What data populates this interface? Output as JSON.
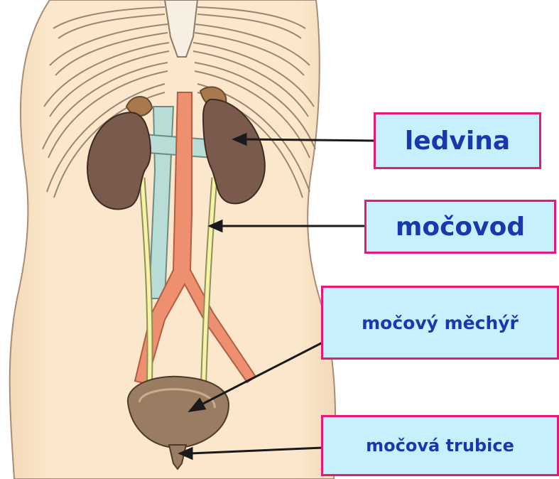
{
  "labels": {
    "kidney": "ledvina",
    "ureter": "močovod",
    "bladder": "močový měchýř",
    "urethra": "močová trubice"
  },
  "colors": {
    "label_fill": "#c6f0fb",
    "label_border": "#e6197a",
    "label_text": "#1838b0",
    "skin": "#fbe8cc",
    "kidney": "#7a5a4c",
    "artery": "#ee9070",
    "vein": "#b8dcd6",
    "ureter": "#f6f2a8",
    "bladder": "#9a7c62"
  }
}
